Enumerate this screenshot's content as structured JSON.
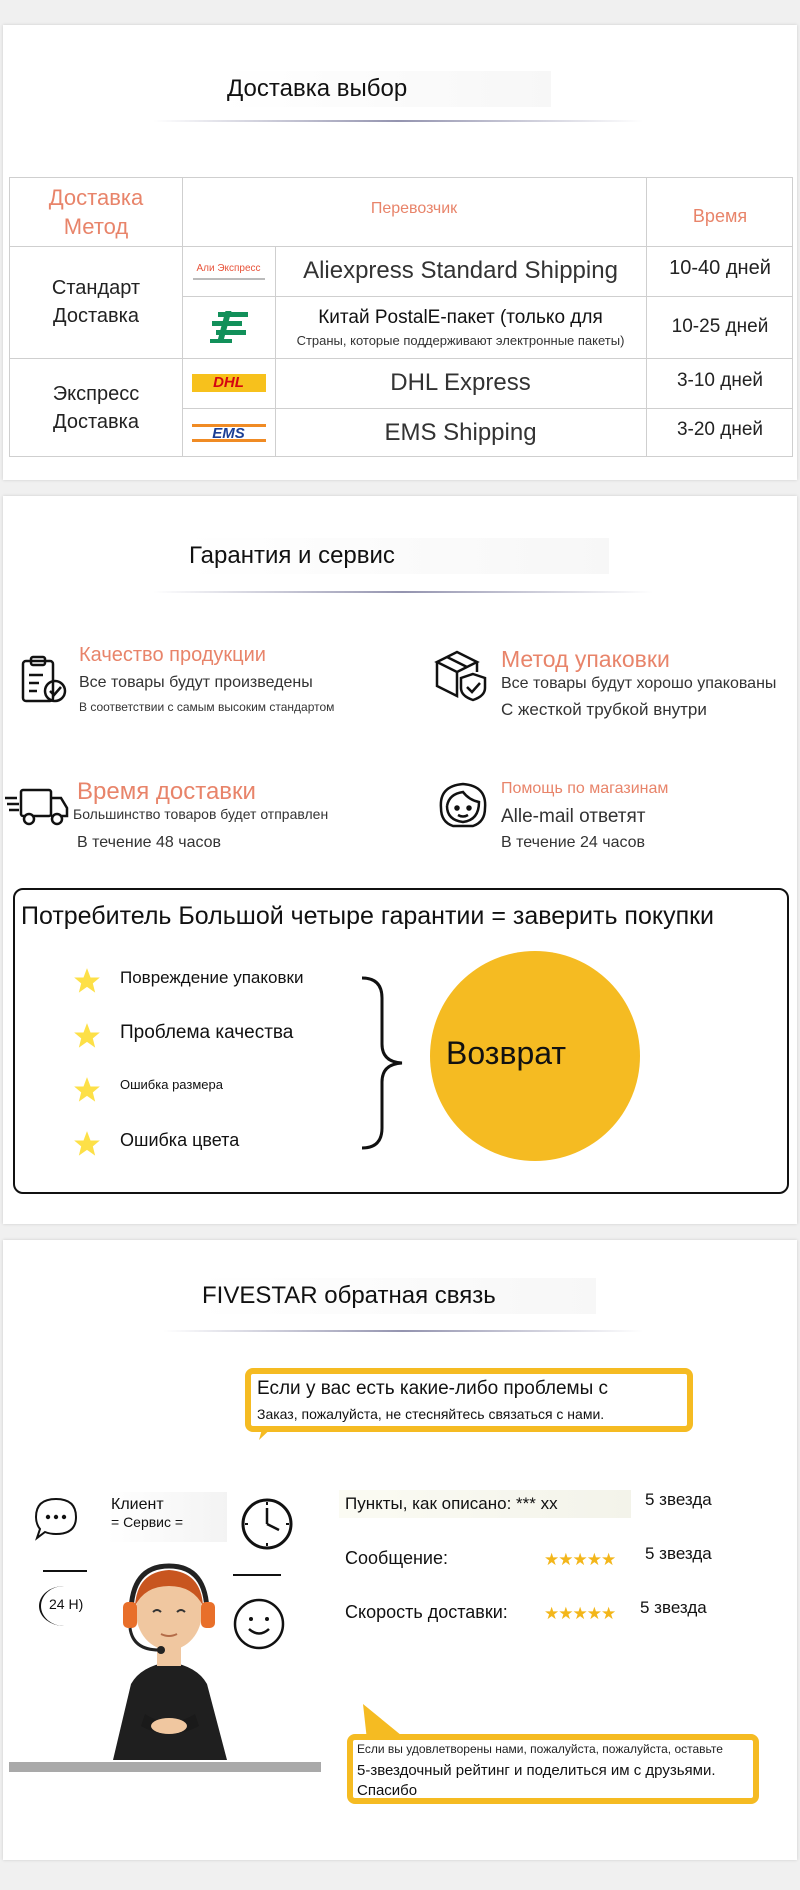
{
  "delivery": {
    "title": "Доставка выбор",
    "header_method": "Доставка\nМетод",
    "header_carrier": "Перевозчик",
    "header_time": "Время",
    "groups": [
      {
        "method": "Стандарт\nДоставка",
        "rows": [
          {
            "logo_text": "Али Экспресс",
            "carrier": "Aliexpress Standard Shipping",
            "time": "10-40 дней"
          },
          {
            "logo_icon": "china-post-icon",
            "carrier": "Китай PostalE-пакет (только для",
            "carrier_sub": "Страны, которые поддерживают электронные пакеты)",
            "time": "10-25 дней"
          }
        ]
      },
      {
        "method": "Экспресс\nДоставка",
        "rows": [
          {
            "logo_text": "DHL",
            "carrier": "DHL Express",
            "time": "3-10 дней"
          },
          {
            "logo_text": "EMS",
            "carrier": "EMS Shipping",
            "time": "3-20 дней"
          }
        ]
      }
    ]
  },
  "guarantee": {
    "title": "Гарантия и сервис",
    "features": [
      {
        "icon": "clipboard-check-icon",
        "title": "Качество продукции",
        "line1": "Все товары будут произведены",
        "line2": "В соответствии с самым высоким стандартом"
      },
      {
        "icon": "package-shield-icon",
        "title": "Метод упаковки",
        "line1": "Все товары будут хорошо упакованы",
        "line2": "С жесткой трубкой внутри"
      },
      {
        "icon": "delivery-truck-icon",
        "title": "Время доставки",
        "line1": "Большинство товаров будет отправлен",
        "line2": "В течение 48 часов"
      },
      {
        "icon": "support-agent-icon",
        "title": "Помощь по магазинам",
        "line1": "Alle-mail ответят",
        "line2": "В течение 24 часов"
      }
    ],
    "box_title": "Потребитель Большой четыре гарантии = заверить покупки",
    "items": [
      "Повреждение упаковки",
      "Проблема качества",
      "Ошибка размера",
      "Ошибка цвета"
    ],
    "refund": "Возврат",
    "accent": "#f5bb22"
  },
  "feedback": {
    "title": "FIVESTAR обратная связь",
    "bubble_top_line1": "Если у вас есть какие-либо проблемы с",
    "bubble_top_line2": "Заказ, пожалуйста, не стесняйтесь связаться с нами.",
    "client_label": "Клиент",
    "service_label": "= Сервис =",
    "badge_24h": "24 H)",
    "ratings": [
      {
        "label": "Пункты, как описано: *** xx",
        "value": "5 звезда"
      },
      {
        "label": "Сообщение:",
        "value": "5 звезда"
      },
      {
        "label": "Скорость доставки:",
        "value": "5 звезда"
      }
    ],
    "bubble_bottom_line1": "Если вы удовлетворены нами, пожалуйста, пожалуйста, оставьте",
    "bubble_bottom_line2": "5-звездочный рейтинг и поделиться им с друзьями.",
    "bubble_bottom_line3": "Спасибо"
  }
}
